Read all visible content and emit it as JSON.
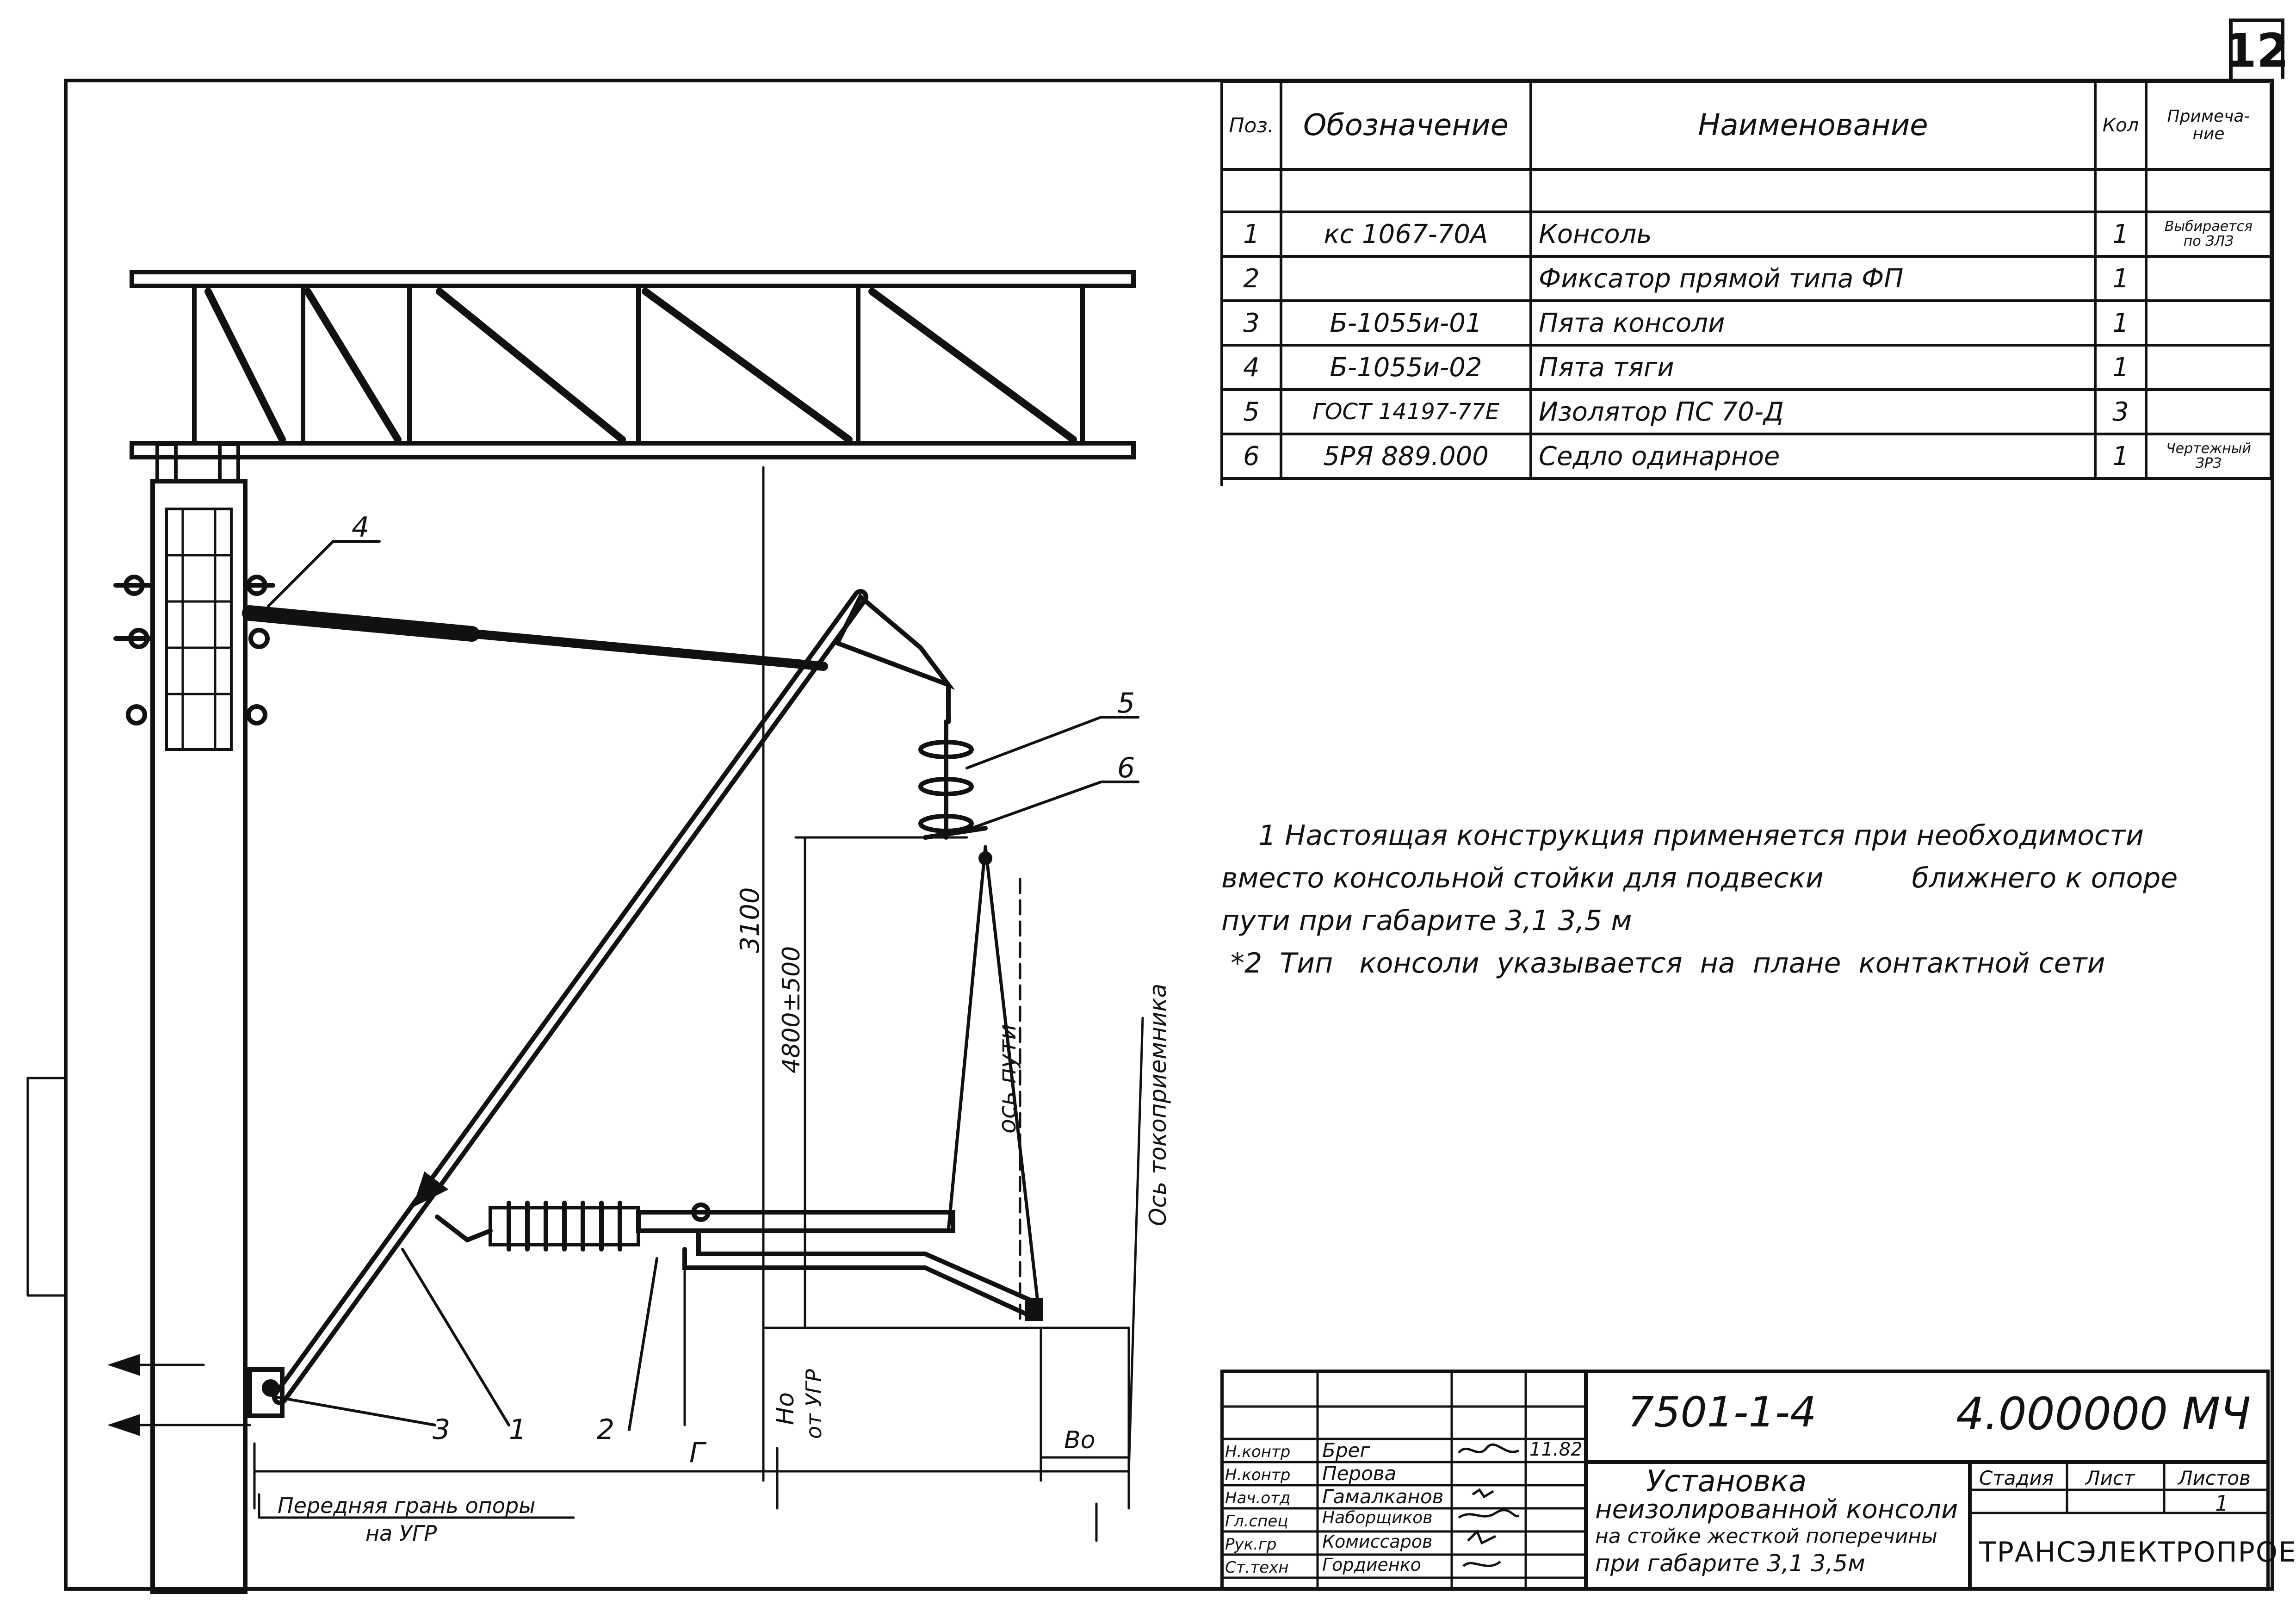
{
  "sheet_number": "12",
  "spec_table": {
    "headers": [
      "Поз.",
      "Обозначение",
      "Наименование",
      "Кол",
      "Примеча-ние"
    ],
    "rows": [
      {
        "pos": "1",
        "designation": "кс 1067-70А",
        "name": "Консоль",
        "qty": "1",
        "note": "Выбирается по ЗЛЗ"
      },
      {
        "pos": "2",
        "designation": "",
        "name": "Фиксатор прямой типа ФП",
        "qty": "1",
        "note": ""
      },
      {
        "pos": "3",
        "designation": "Б-1055и-01",
        "name": "Пята консоли",
        "qty": "1",
        "note": ""
      },
      {
        "pos": "4",
        "designation": "Б-1055и-02",
        "name": "Пята тяги",
        "qty": "1",
        "note": ""
      },
      {
        "pos": "5",
        "designation": "ГОСТ 14197-77Е",
        "name": "Изолятор ПС 70-Д",
        "qty": "3",
        "note": ""
      },
      {
        "pos": "6",
        "designation": "5РЯ 889.000",
        "name": "Седло одинарное",
        "qty": "1",
        "note": "Чертежный ЗРЗ"
      }
    ]
  },
  "notes": [
    "1  Настоящая конструкция применяется при необходимости",
    "вместо консольной стойки для подвески          ближнего к опоре",
    "пути при габарите  3,1   3,5 м",
    "*2  Тип   консоли  указывается  на  плане  контактной сети"
  ],
  "drawing": {
    "callouts": [
      "1",
      "2",
      "3",
      "4",
      "5",
      "6"
    ],
    "dim_main": "3100",
    "dim_height": "4800±500",
    "label_track_axis": "ось пути",
    "label_pantograph_axis": "Ось токоприемника",
    "label_ho": "Но",
    "label_ho_sub": "от УГР",
    "label_g": "Г",
    "label_bo": "Во",
    "label_front_face_1": "Передняя грань опоры",
    "label_front_face_2": "на УГР"
  },
  "title_block": {
    "code": "7501-1-4",
    "doc_number": "4.000000 МЧ",
    "title_1": "Установка",
    "title_2": "неизолированной консоли",
    "title_3": "на стойке жесткой поперечины",
    "title_4": "при габарите  3,1  3,5м",
    "stage_label": "Стадия",
    "sheet_label": "Лист",
    "sheets_label": "Листов",
    "sheets_value": "1",
    "org": "ТРАНСЭЛЕКТРОПРОЕКТ",
    "staff": [
      {
        "role": "Н.контр",
        "name": "Брег"
      },
      {
        "role": "Н.контр",
        "name": "Перова"
      },
      {
        "role": "Нач.отд",
        "name": "Гамалканов"
      },
      {
        "role": "Гл.спец",
        "name": "Наборщиков"
      },
      {
        "role": "Рук.гр",
        "name": "Комиссаров"
      },
      {
        "role": "Ст.техн",
        "name": "Гордиенко"
      }
    ],
    "date_mark": "11.82"
  }
}
